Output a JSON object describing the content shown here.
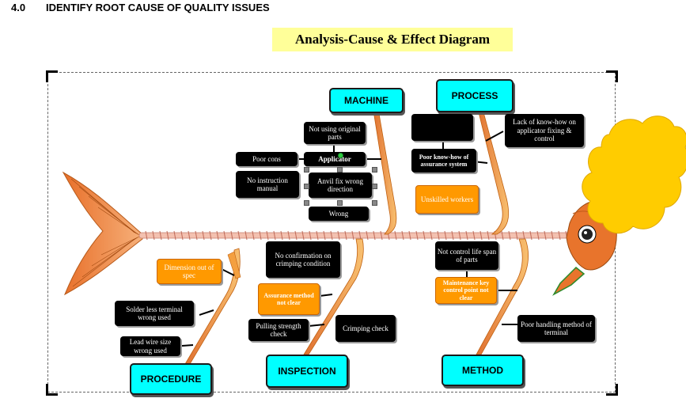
{
  "heading": {
    "number": "4.0",
    "text": "IDENTIFY ROOT CAUSE OF QUALITY ISSUES"
  },
  "title": "Analysis-Cause & Effect Diagram",
  "categories": {
    "machine": "MACHINE",
    "process": "PROCESS",
    "procedure": "PROCEDURE",
    "inspection": "INSPECTION",
    "method": "METHOD"
  },
  "causes": {
    "not_using_original_parts": "Not using original parts",
    "poor_cons": "Poor cons",
    "applicator": "Applicator",
    "no_instruction_manual": "No instruction manual",
    "anvil_fix_wrong_direction": "Anvil fix wrong direction",
    "wrong": "Wrong",
    "lack_of_know_how": "Lack of know-how on applicator fixing & control",
    "poor_know_how_assurance": "Poor know-how of assurance system",
    "unskilled_workers": "Unskilled workers",
    "dimension_out_of_spec": "Dimension out of spec",
    "solder_less_terminal": "Solder less terminal wrong used",
    "lead_wire_size": "Lead wire size wrong used",
    "no_confirmation_crimping": "No confirmation on crimping condition",
    "assurance_method_not_clear": "Assurance method not clear",
    "pulling_strength_check": "Pulling strength check",
    "crimping_check": "Crimping check",
    "not_control_life_span": "Not control life span of parts",
    "maintenance_key_control": "Maintenance key control point not clear",
    "poor_handling_method": "Poor handling method of terminal"
  },
  "colors": {
    "category_fill": "#00ffff",
    "cause_dark": "#000000",
    "cause_orange": "#ff9900",
    "bone": "#f4a040",
    "problem_bubble": "#ffcc00",
    "title_banner": "#ffff99"
  }
}
